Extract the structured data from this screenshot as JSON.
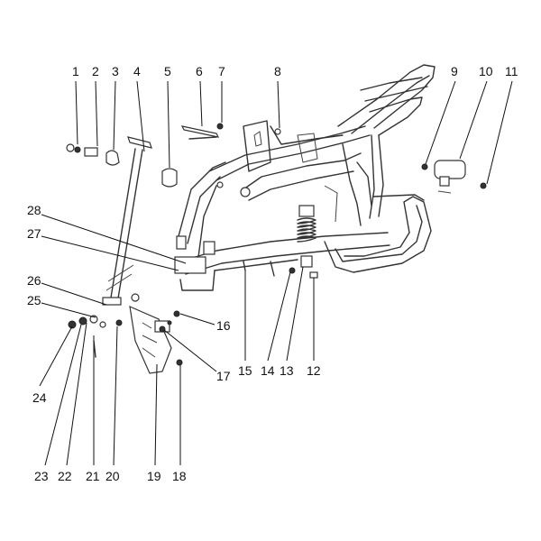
{
  "diagram": {
    "callouts": [
      "1",
      "2",
      "3",
      "4",
      "5",
      "6",
      "7",
      "8",
      "9",
      "10",
      "11",
      "12",
      "13",
      "14",
      "15",
      "16",
      "17",
      "18",
      "19",
      "20",
      "21",
      "22",
      "23",
      "24",
      "25",
      "26",
      "27",
      "28"
    ]
  }
}
